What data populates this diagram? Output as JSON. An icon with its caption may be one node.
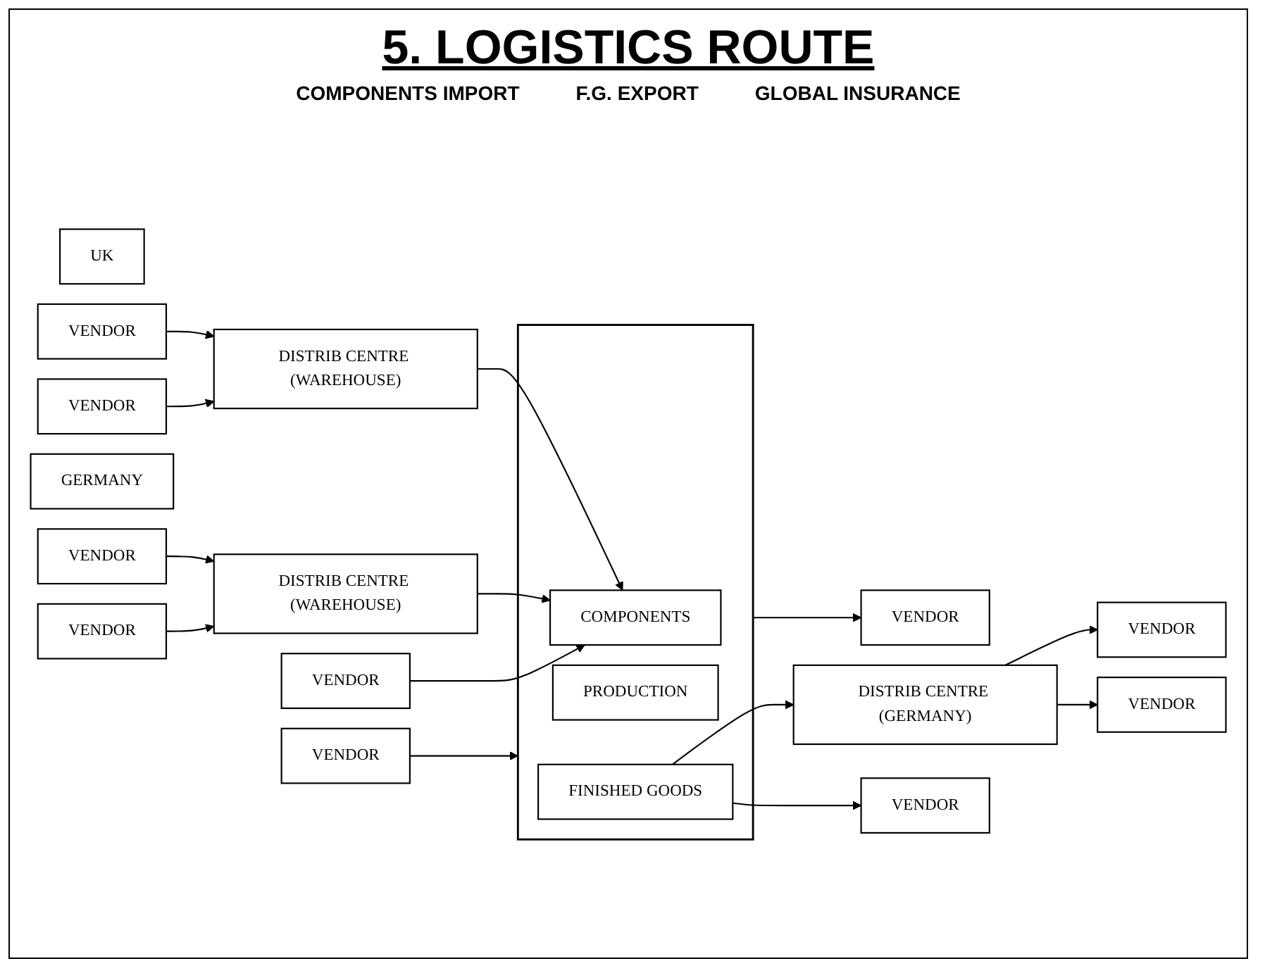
{
  "diagram": {
    "title": "5. LOGISTICS ROUTE",
    "nodes": [
      {
        "text": [
          "VENDOR"
        ]
      },
      {
        "text": [],
        "shape": "box"
      },
      {
        "text": [
          "COMPONENTS"
        ],
        "in": 1
      },
      {
        "text": [
          "PRODUCTION"
        ],
        "in": 1
      },
      {
        "text": [
          "FINISHED GOODS"
        ],
        "in": 1
      },
      {
        "text": [
          "VENDOR"
        ]
      },
      {
        "text": [
          "UK"
        ]
      },
      {
        "text": [
          "VENDOR"
        ]
      },
      {
        "text": [
          "DISTRIB CENTRE (WAREHOUSE)"
        ]
      },
      {
        "text": [
          "DISTRIB CENTRE (GERMANY)"
        ]
      },
      {
        "text": [
          "VENDOR"
        ]
      },
      {
        "text": [
          "GERMANY"
        ]
      },
      {
        "text": [
          "VENDOR"
        ]
      },
      {
        "text": [
          "DISTRIB CENTRE (WAREHOUSE)"
        ]
      },
      {
        "text": [
          "VENDOR"
        ]
      },
      {
        "text": [
          "VENDOR"
        ]
      },
      {
        "text": [
          "VENDOR"
        ]
      },
      {
        "text": [
          "VENDOR"
        ]
      },
      {
        "text": [
          "VENDOR"
        ]
      }
    ],
    "edges": [
      {
        "from": 0,
        "to": 1,
        "arrow": "to"
      },
      {
        "from": 1,
        "to": 5,
        "arrow": "to"
      },
      {
        "from": 7,
        "to": 8,
        "arrow": "to"
      },
      {
        "from": 10,
        "to": 8,
        "arrow": "to"
      },
      {
        "from": 8,
        "to": 2,
        "arrow": "to"
      },
      {
        "from": 4,
        "to": 9,
        "arrow": "to"
      },
      {
        "from": 12,
        "to": 13,
        "arrow": "to"
      },
      {
        "from": 14,
        "to": 13,
        "arrow": "to"
      },
      {
        "from": 13,
        "to": 2,
        "arrow": "to"
      },
      {
        "from": 9,
        "to": 15,
        "arrow": "to"
      },
      {
        "from": 9,
        "to": 16,
        "arrow": "to"
      },
      {
        "from": 17,
        "to": 2,
        "arrow": "to"
      },
      {
        "from": 4,
        "to": 18,
        "arrow": "to"
      }
    ],
    "labels": [
      "COMPONENTS IMPORT",
      "F.G. EXPORT",
      "GLOBAL INSURANCE"
    ]
  }
}
